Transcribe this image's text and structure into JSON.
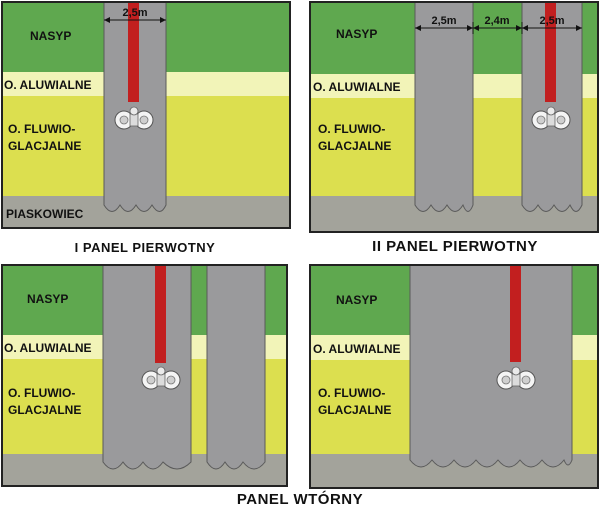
{
  "colors": {
    "nasyp": "#5fa84f",
    "aluwialne": "#f2f4b8",
    "fluwio": "#dcdf4f",
    "piaskowiec": "#a3a39b",
    "wall": "#9a9a9c",
    "rod": "#c21f1f",
    "frame": "#222222"
  },
  "layers": {
    "nasyp": "NASYP",
    "aluwialne": "O. ALUWIALNE",
    "fluwio_line1": "O. FLUWIO-",
    "fluwio_line2": "GLACJALNE",
    "piaskowiec": "PIASKOWIEC"
  },
  "dimensions": {
    "d25": "2,5m",
    "d24": "2,4m"
  },
  "captions": {
    "panel1": "I PANEL PIERWOTNY",
    "panel2": "II PANEL PIERWOTNY",
    "secondary": "PANEL WTÓRNY"
  },
  "icons": {
    "cutter": "cutter-wheels-icon"
  }
}
